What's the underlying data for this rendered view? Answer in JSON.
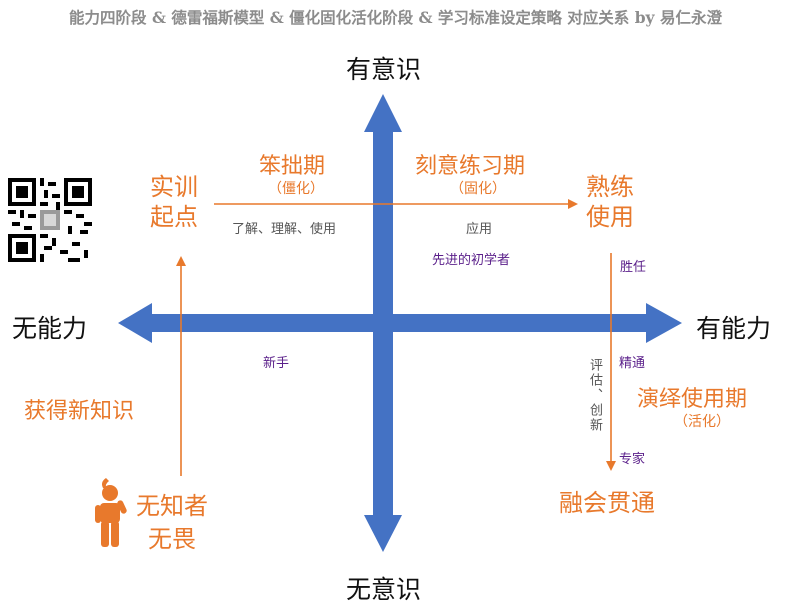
{
  "title": "能力四阶段 & 德雷福斯模型 & 僵化固化活化阶段 & 学习标准设定策略 对应关系 by 易仁永澄",
  "axes": {
    "top": "有意识",
    "bottom": "无意识",
    "left": "无能力",
    "right": "有能力"
  },
  "stages": {
    "training_start": "实训\n起点",
    "skilled_use": "熟练\n使用",
    "integration": "融会贯通",
    "new_knowledge": "获得新知识",
    "fearless_line1": "无知者",
    "fearless_line2": "无畏"
  },
  "periods": {
    "clumsy": "笨拙期",
    "clumsy_sub": "（僵化）",
    "deliberate": "刻意练习期",
    "deliberate_sub": "（固化）",
    "deductive": "演绎使用期",
    "deductive_sub": "（活化）"
  },
  "notes": {
    "understand_use": "了解、理解、使用",
    "apply": "应用",
    "evaluate_create": "评估、创新"
  },
  "dreyfus": {
    "advanced_beginner": "先进的初学者",
    "novice": "新手",
    "competent": "胜任",
    "proficient": "精通",
    "expert": "专家"
  },
  "colors": {
    "axis_blue": "#4472c4",
    "accent_orange": "#e8792c",
    "dreyfus_purple": "#5a1f8a"
  },
  "icons": {
    "person": "person-thinking-icon",
    "qr": "qr-code-icon"
  }
}
